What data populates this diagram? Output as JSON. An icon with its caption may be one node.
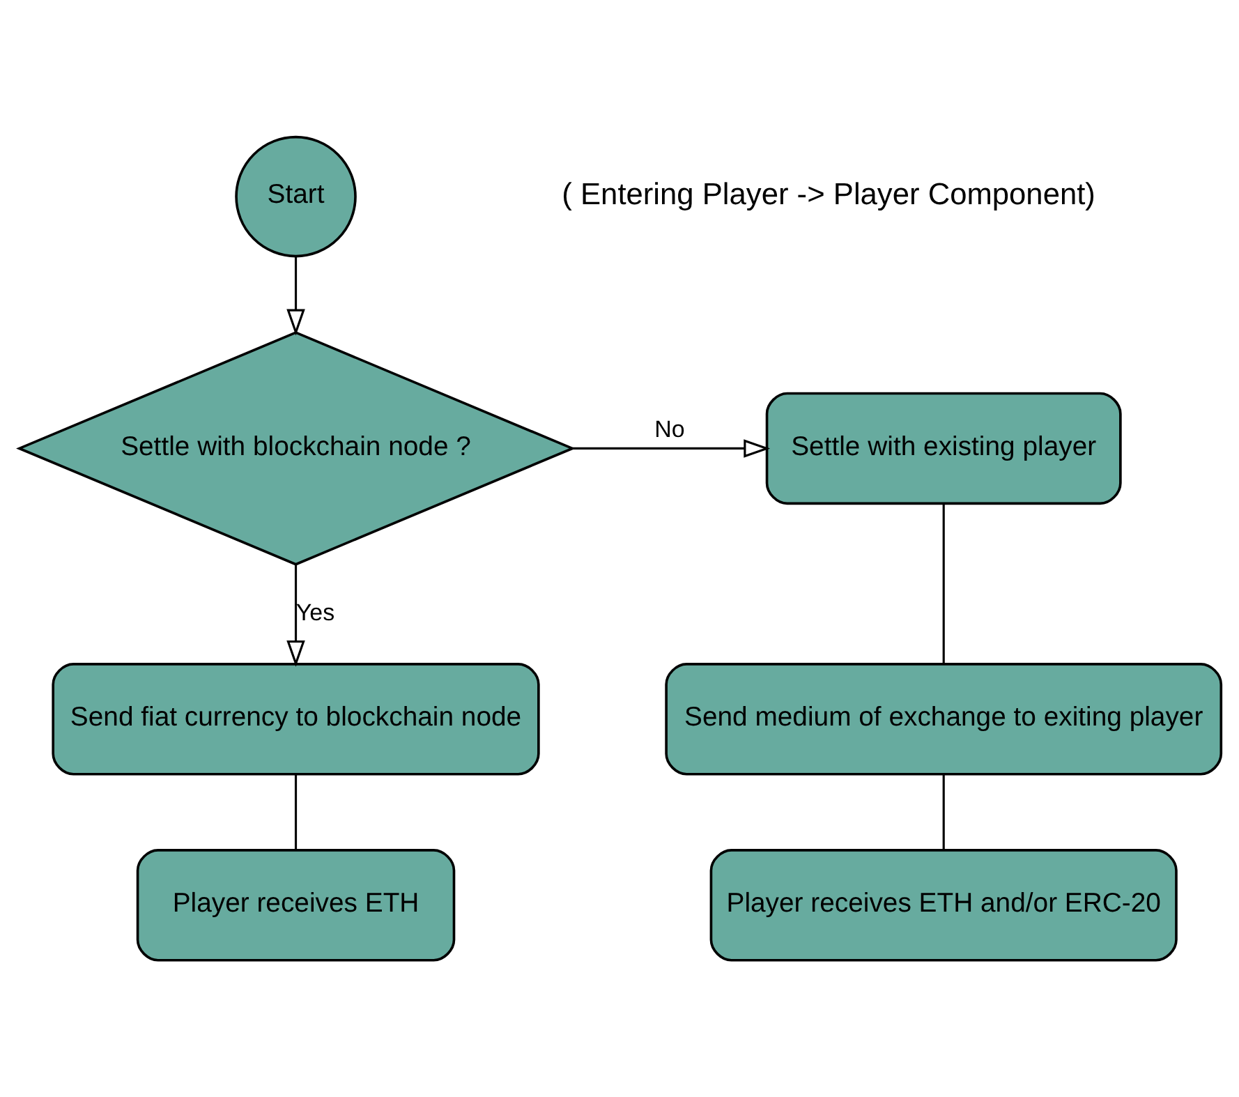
{
  "diagram": {
    "nodes": [
      {
        "text": [
          "Start"
        ]
      },
      {
        "text": [
          "Settle with blockchain node ?"
        ]
      },
      {
        "text": [
          "Settle with existing player"
        ]
      },
      {
        "text": [
          "Send fiat currency to blockchain node"
        ]
      },
      {
        "text": [
          "Player receives ETH"
        ]
      },
      {
        "text": [
          "Send medium of exchange to exiting player"
        ]
      },
      {
        "text": [
          "Player receives ETH and/or ERC-20"
        ]
      }
    ],
    "edges": [
      {
        "from": 0,
        "to": 1,
        "arrow": "to"
      },
      {
        "from": 1,
        "to": 2,
        "arrow": "to",
        "label": "No"
      },
      {
        "from": 1,
        "to": 3,
        "arrow": "to",
        "label": "Yes"
      },
      {
        "from": 3,
        "to": 4,
        "arrow": "none"
      },
      {
        "from": 2,
        "to": 5,
        "arrow": "none"
      },
      {
        "from": 5,
        "to": 6,
        "arrow": "none"
      }
    ],
    "labels": [
      "( Entering Player -> Player Component)"
    ]
  }
}
